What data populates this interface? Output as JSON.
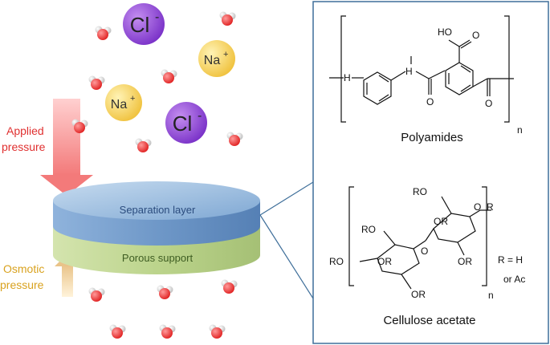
{
  "labels": {
    "applied": [
      "Applied",
      "pressure"
    ],
    "osmotic": [
      "Osmotic",
      "pressure"
    ],
    "separation": "Separation layer",
    "porous": "Porous support"
  },
  "ions": {
    "cl": "Cl",
    "cl_charge": "-",
    "na": "Na",
    "na_charge": "+"
  },
  "panel": {
    "polyamides": "Polyamides",
    "cellulose": "Cellulose acetate",
    "n": "n",
    "r_def": "R = H",
    "r_def2": "or Ac",
    "cooh": "HO",
    "nh": "H",
    "o_label": "O",
    "or": "OR",
    "ro": "RO",
    "r": "R"
  },
  "colors": {
    "applied_text": "#e03030",
    "osmotic_text": "#d9a21f",
    "chloride": "#7a32c8",
    "sodium": "#f3c948",
    "separation": "#7fa8d6",
    "porous": "#c9dba0",
    "panel_border": "#3f6f9a"
  }
}
